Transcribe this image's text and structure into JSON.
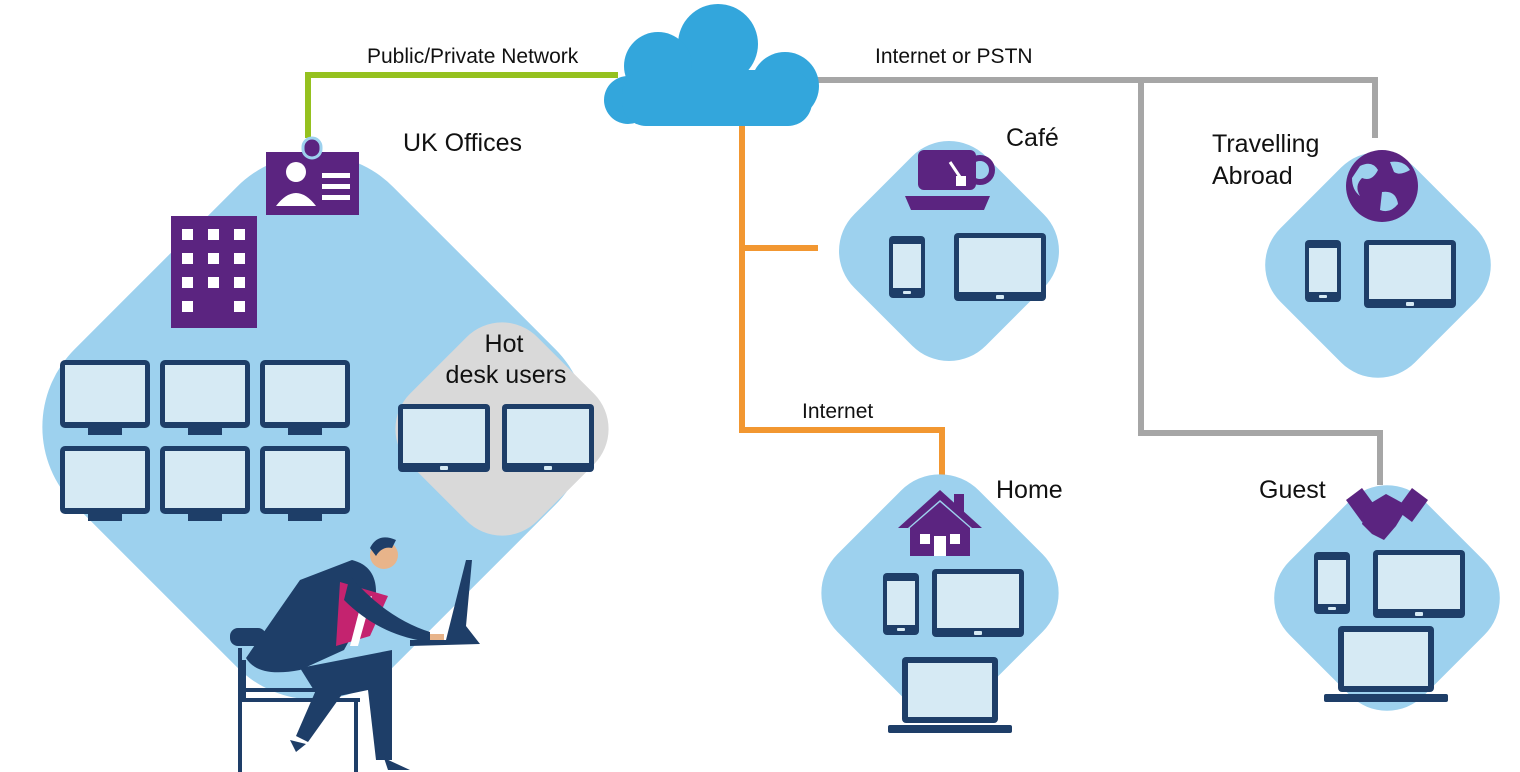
{
  "colors": {
    "zone": "#9dd1ee",
    "zone_hot_desk": "#d9d9d9",
    "cloud": "#33a6dc",
    "icon_purple": "#5b2480",
    "device_frame": "#1e3e68",
    "device_screen": "#d6eaf4",
    "line_public": "#95c11f",
    "line_pstn": "#a6a6a6",
    "line_internet": "#f29731"
  },
  "connections": {
    "public_private_label": "Public/Private Network",
    "pstn_label": "Internet or PSTN",
    "home_label": "Internet"
  },
  "zones": {
    "uk_offices": {
      "title": "UK Offices",
      "icons": [
        "id-badge-icon",
        "office-building-icon"
      ],
      "desktop_monitor_count": 6,
      "hot_desk": {
        "title_line1": "Hot",
        "title_line2": "desk users",
        "tablet_count": 2
      }
    },
    "cafe": {
      "title": "Café",
      "icon": "coffee-cup-icon",
      "devices": [
        "phone",
        "tablet"
      ]
    },
    "travelling": {
      "title_line1": "Travelling",
      "title_line2": "Abroad",
      "icon": "globe-icon",
      "devices": [
        "phone",
        "tablet"
      ]
    },
    "home": {
      "title": "Home",
      "icon": "house-icon",
      "devices": [
        "phone",
        "tablet",
        "laptop"
      ]
    },
    "guest": {
      "title": "Guest",
      "icon": "handshake-icon",
      "devices": [
        "phone",
        "tablet",
        "laptop"
      ]
    }
  }
}
